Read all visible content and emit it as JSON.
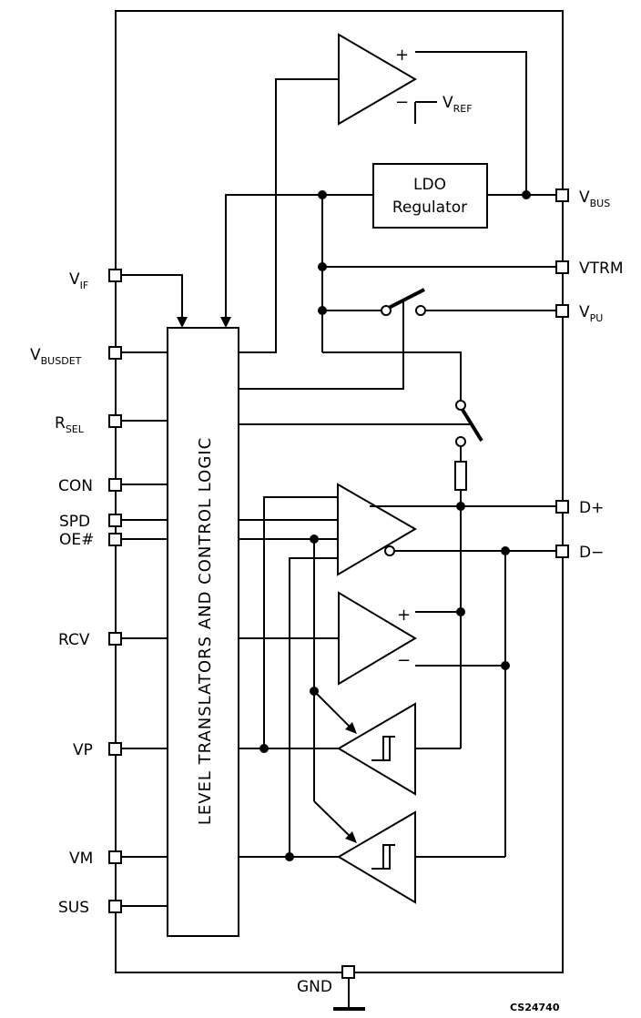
{
  "pins": {
    "vif": {
      "main": "V",
      "sub": "IF"
    },
    "vbusdet": {
      "main": "V",
      "sub": "BUSDET"
    },
    "rsel": {
      "main": "R",
      "sub": "SEL"
    },
    "con": "CON",
    "spd": "SPD",
    "oe": "OE#",
    "rcv": "RCV",
    "vp": "VP",
    "vm": "VM",
    "sus": "SUS",
    "vbus": {
      "main": "V",
      "sub": "BUS"
    },
    "vtrm": "VTRM",
    "vpu": {
      "main": "V",
      "sub": "PU"
    },
    "dplus": "D+",
    "dminus": "D−",
    "gnd": "GND"
  },
  "vref": {
    "main": "V",
    "sub": "REF"
  },
  "ldo": {
    "line1": "LDO",
    "line2": "Regulator"
  },
  "logic_block": "LEVEL TRANSLATORS AND CONTROL LOGIC",
  "signs": {
    "plus": "+",
    "minus": "−"
  },
  "figure_code": "CS24740"
}
